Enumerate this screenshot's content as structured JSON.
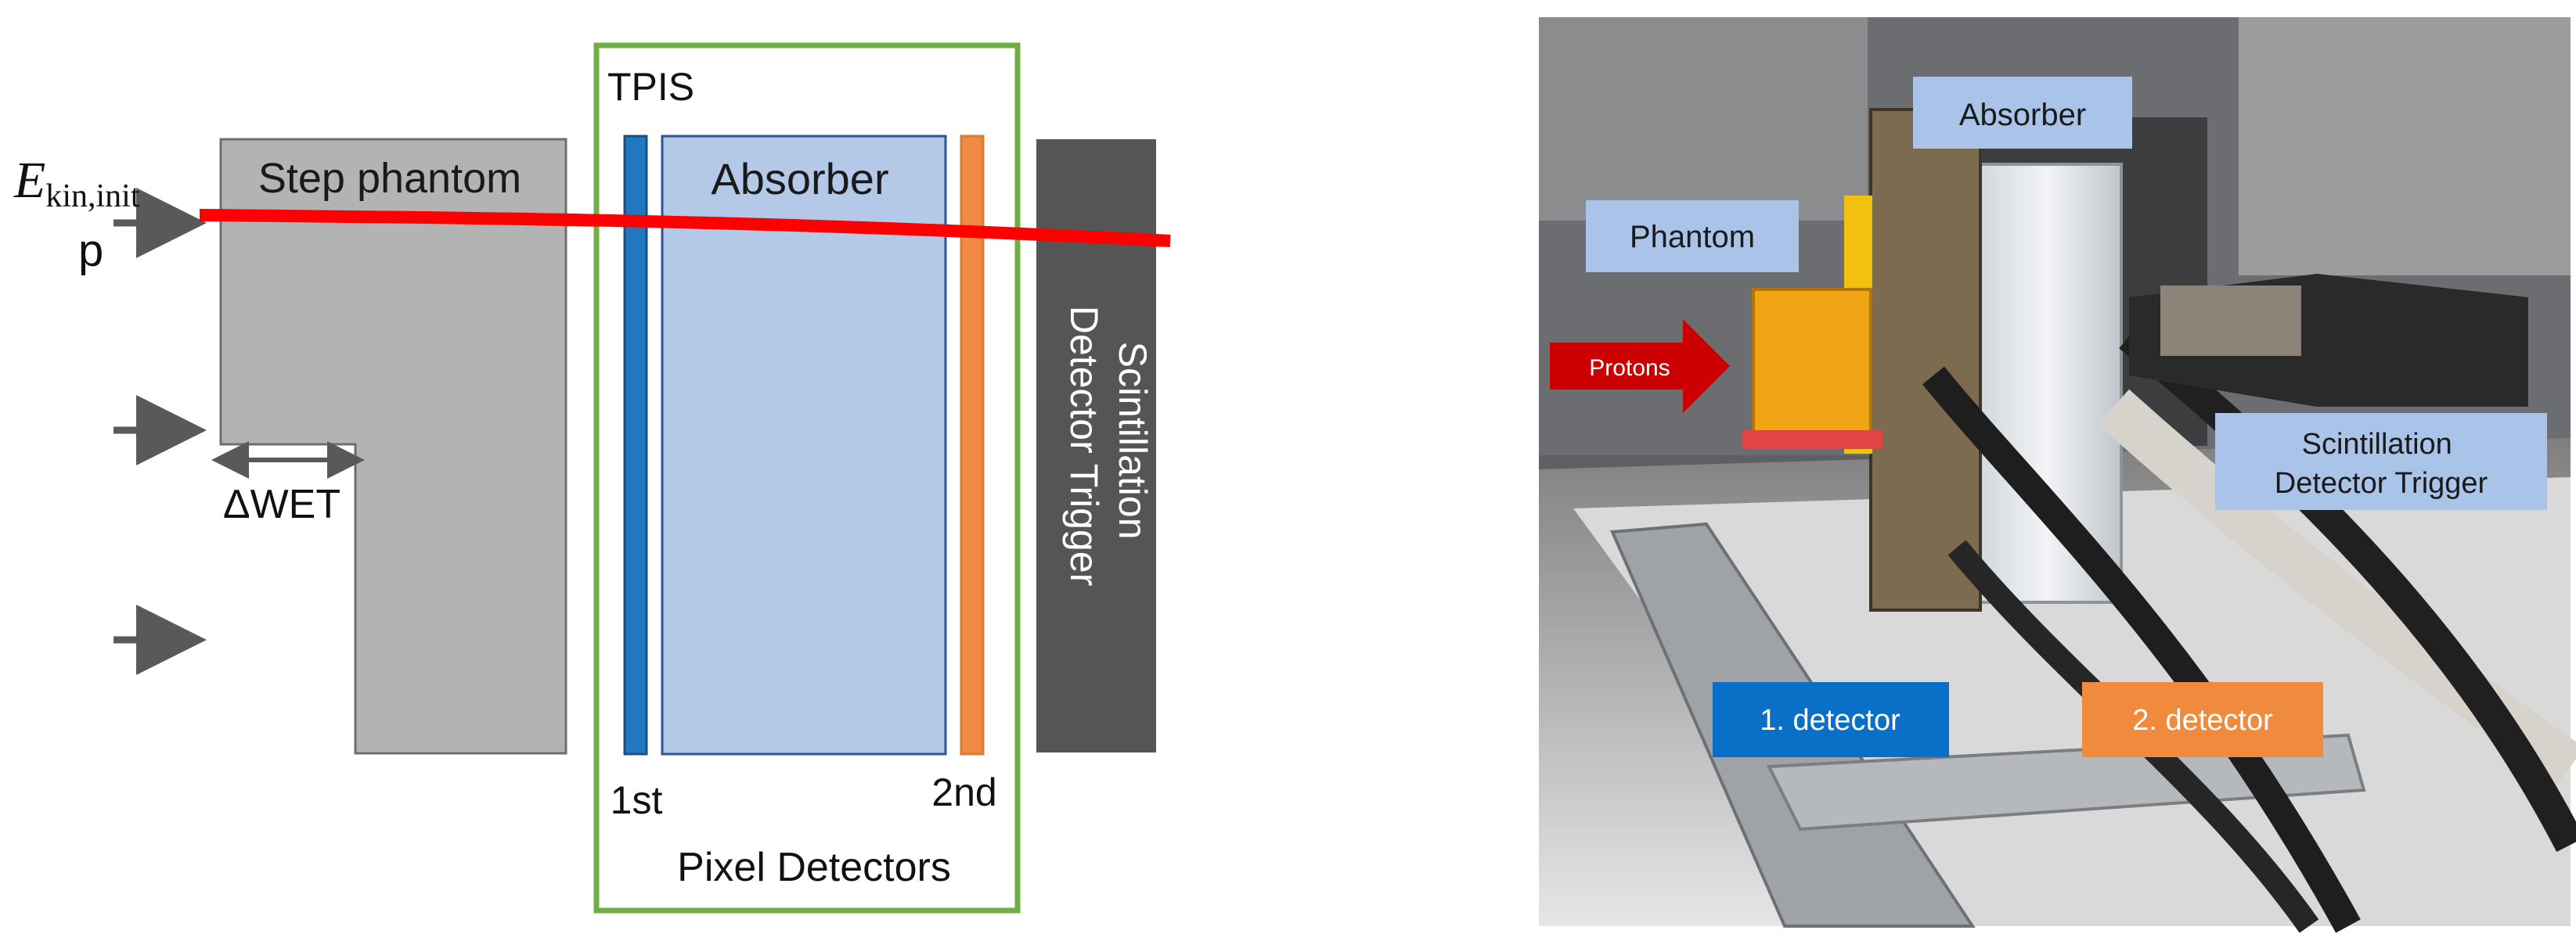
{
  "schematic": {
    "energy_label": {
      "base": "E",
      "subscript": "kin,init"
    },
    "particle_label": "p",
    "phantom_label": "Step phantom",
    "dwet_label": "ΔWET",
    "tpis_label": "TPIS",
    "absorber_label": "Absorber",
    "trigger_label_line1": "Scintillation",
    "trigger_label_line2": "Detector Trigger",
    "detector1_label": "1st",
    "detector2_label": "2nd",
    "pixel_detectors_label": "Pixel Detectors",
    "colors": {
      "phantom": "#b3b3b3",
      "absorber": "#b4c8e8",
      "detector1": "#1f78c1",
      "detector2": "#f08a45",
      "tpis_frame": "#6fae45",
      "trigger": "#555555",
      "proton_track": "#ff0000",
      "arrow": "#595959"
    }
  },
  "photo": {
    "labels": {
      "absorber": "Absorber",
      "phantom": "Phantom",
      "protons": "Protons",
      "trigger_line1": "Scintillation",
      "trigger_line2": "Detector Trigger",
      "detector1": "1. detector",
      "detector2": "2. detector"
    },
    "colors": {
      "light_label": "#a9c4e8",
      "detector1_label": "#0a6fc6",
      "detector2_label": "#f08a3c",
      "protons_arrow": "#cc0000"
    }
  }
}
